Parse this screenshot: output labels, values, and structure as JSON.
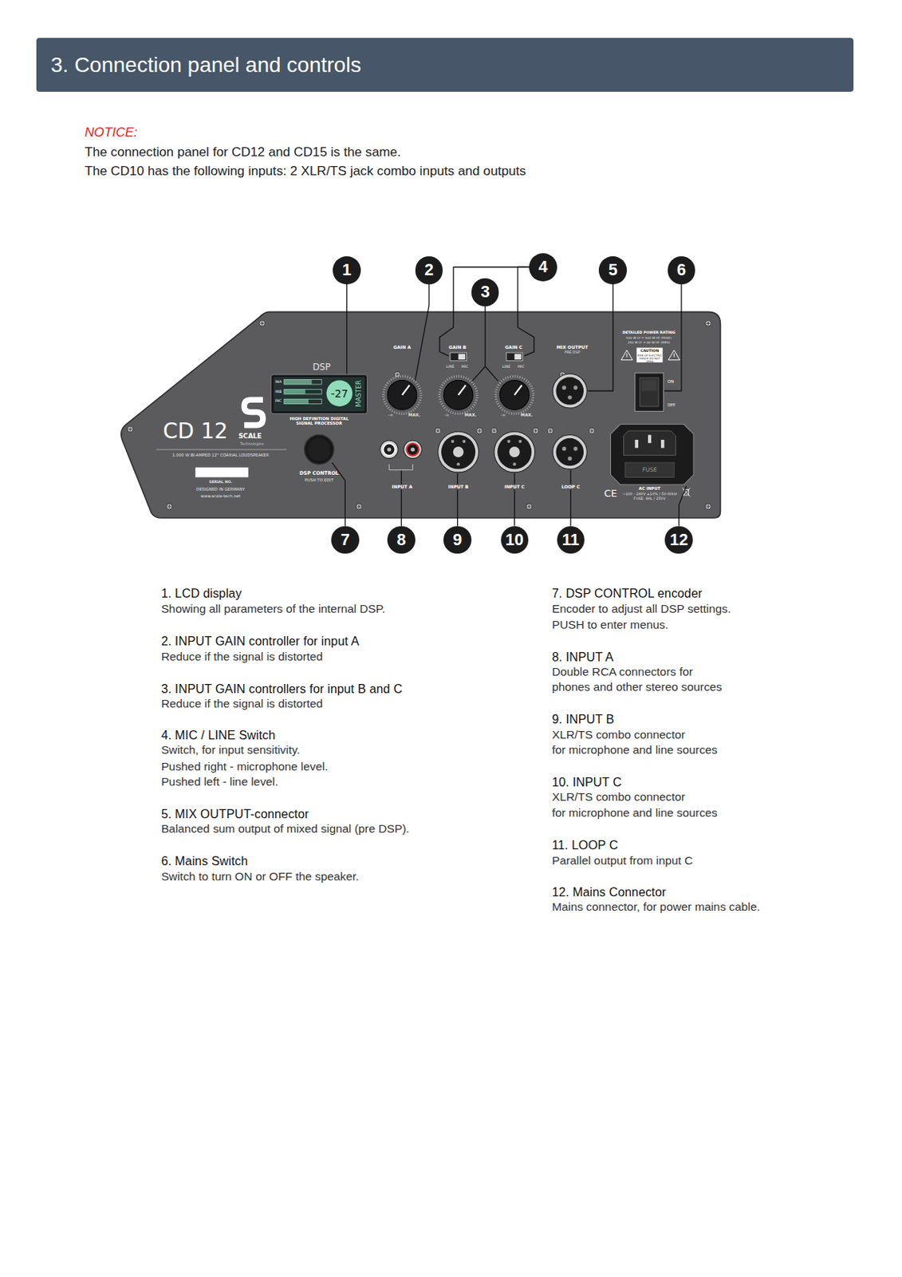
{
  "diagram": {
    "title": "3.   Connection panel and controls",
    "nodes": [
      {
        "text": [
          "1"
        ]
      },
      {
        "text": [
          "2"
        ]
      },
      {
        "text": [
          "3"
        ]
      },
      {
        "text": [
          "4"
        ]
      },
      {
        "text": [
          "5"
        ]
      },
      {
        "text": [
          "6"
        ]
      },
      {
        "text": [
          "7"
        ]
      },
      {
        "text": [
          "8"
        ]
      },
      {
        "text": [
          "9"
        ]
      },
      {
        "text": [
          "10"
        ]
      },
      {
        "text": [
          "11"
        ]
      },
      {
        "text": [
          "12"
        ]
      }
    ],
    "labels": [
      "NOTICE:",
      "The connection panel for CD12 and CD15 is the same.",
      "The CD10 has the following inputs: 2 XLR/TS jack combo inputs and outputs",
      "DSP",
      "INA",
      "INB",
      "INC",
      "-27",
      "MASTER",
      "HIGH DEFINITION DIGITAL SIGNAL PROCESSOR",
      "CD 12",
      "SCALE",
      "Technologies",
      "1.000 W BI-AMPED 12\" COAXIAL LOUDSPEAKER",
      "SERIAL NO.",
      "DESIGNED IN GERMANY",
      "www.scale-tech.net",
      "DSP CONTROL",
      "PUSH TO EDIT",
      "GAIN A",
      "GAIN B",
      "GAIN C",
      "LINE",
      "MIC",
      "LINE",
      "MIC",
      "-∞",
      "MAX.",
      "-∞",
      "MAX.",
      "-∞",
      "MAX.",
      "MIX OUTPUT",
      "PRE DSP",
      "DETAILED POWER RATING",
      "500 W LF + 500 W HF (PEAK)",
      "250 W LF + 60 W HF (RMS)",
      "CAUTION",
      "RISK OF ELECTRIC SHOCK DO NOT OPEN",
      "ON",
      "OFF",
      "INPUT A",
      "INPUT B",
      "INPUT C",
      "LOOP C",
      "FUSE",
      "CE",
      "AC INPUT",
      "~100 - 240V ±10% / 50-60Hz",
      "FUSE: 4AL / 250V",
      "1. LCD display",
      "Showing all parameters of the internal DSP.",
      "2. INPUT GAIN controller for input A",
      "Reduce if the signal is distorted",
      "3. INPUT GAIN controllers for input B and C",
      "Reduce if the signal is distorted",
      "4. MIC / LINE Switch",
      "Switch, for input sensitivity.",
      "Pushed right - microphone level.",
      "Pushed left - line level.",
      "5. MIX OUTPUT-connector",
      "Balanced sum output of mixed signal (pre DSP).",
      "6. Mains Switch",
      "Switch to turn ON or OFF the speaker.",
      "7. DSP CONTROL encoder",
      "Encoder to adjust all DSP settings.",
      "PUSH to enter menus.",
      "8. INPUT A",
      "Double RCA connectors for",
      "phones and other stereo sources",
      "9. INPUT B",
      "XLR/TS combo connector",
      "for microphone and line sources",
      "10. INPUT C",
      "XLR/TS combo connector",
      "for microphone and line sources",
      "11. LOOP C",
      "Parallel output from input C",
      "12. Mains Connector",
      "Mains connector, for power mains cable."
    ]
  }
}
